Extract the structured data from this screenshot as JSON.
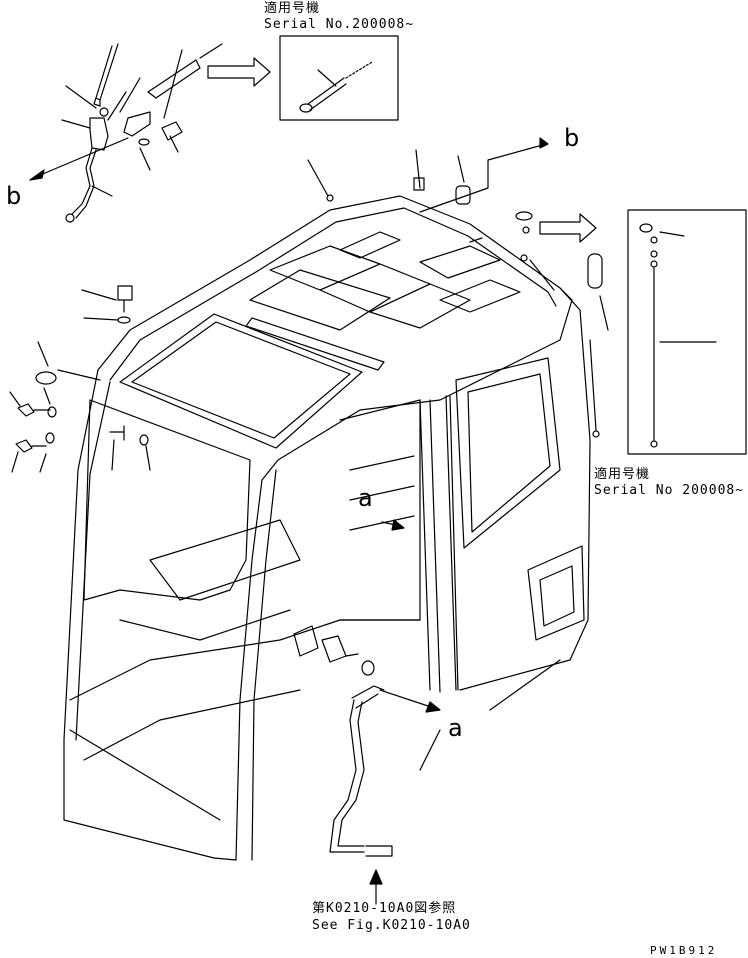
{
  "serial_note_top": {
    "jp": "適用号機",
    "en": "Serial No.200008~"
  },
  "serial_note_right": {
    "jp": "適用号機",
    "en": "Serial No 200008~"
  },
  "reference_note": {
    "jp": "第K0210-10A0図参照",
    "en": "See Fig.K0210-10A0"
  },
  "callouts": {
    "b_top": "b",
    "b_left": "b",
    "a_mid": "a",
    "a_bottom": "a"
  },
  "part_code": "PW1B912",
  "colors": {
    "ink": "#000000",
    "paper": "#ffffff"
  }
}
